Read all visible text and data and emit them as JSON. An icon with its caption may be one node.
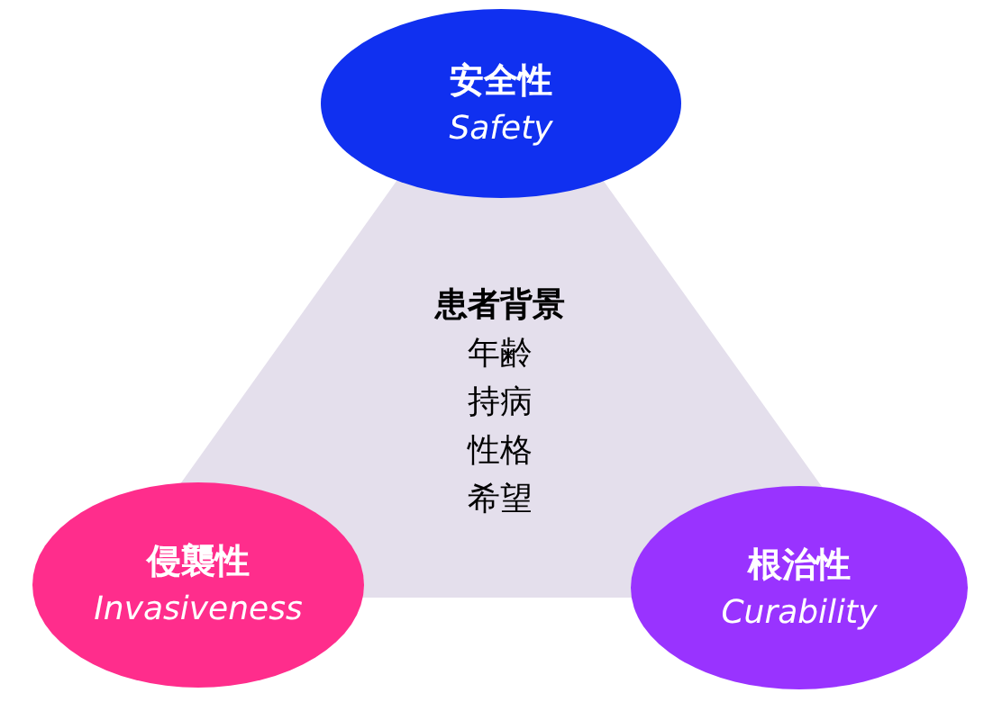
{
  "diagram": {
    "nodes": [
      {
        "text": [
          "安全性",
          "Safety"
        ]
      },
      {
        "text": [
          "患者背景",
          "年齢",
          "持病",
          "性格",
          "希望"
        ]
      },
      {
        "text": [
          "侵襲性",
          "Invasiveness"
        ]
      },
      {
        "text": [
          "根治性",
          "Curability"
        ]
      }
    ]
  }
}
